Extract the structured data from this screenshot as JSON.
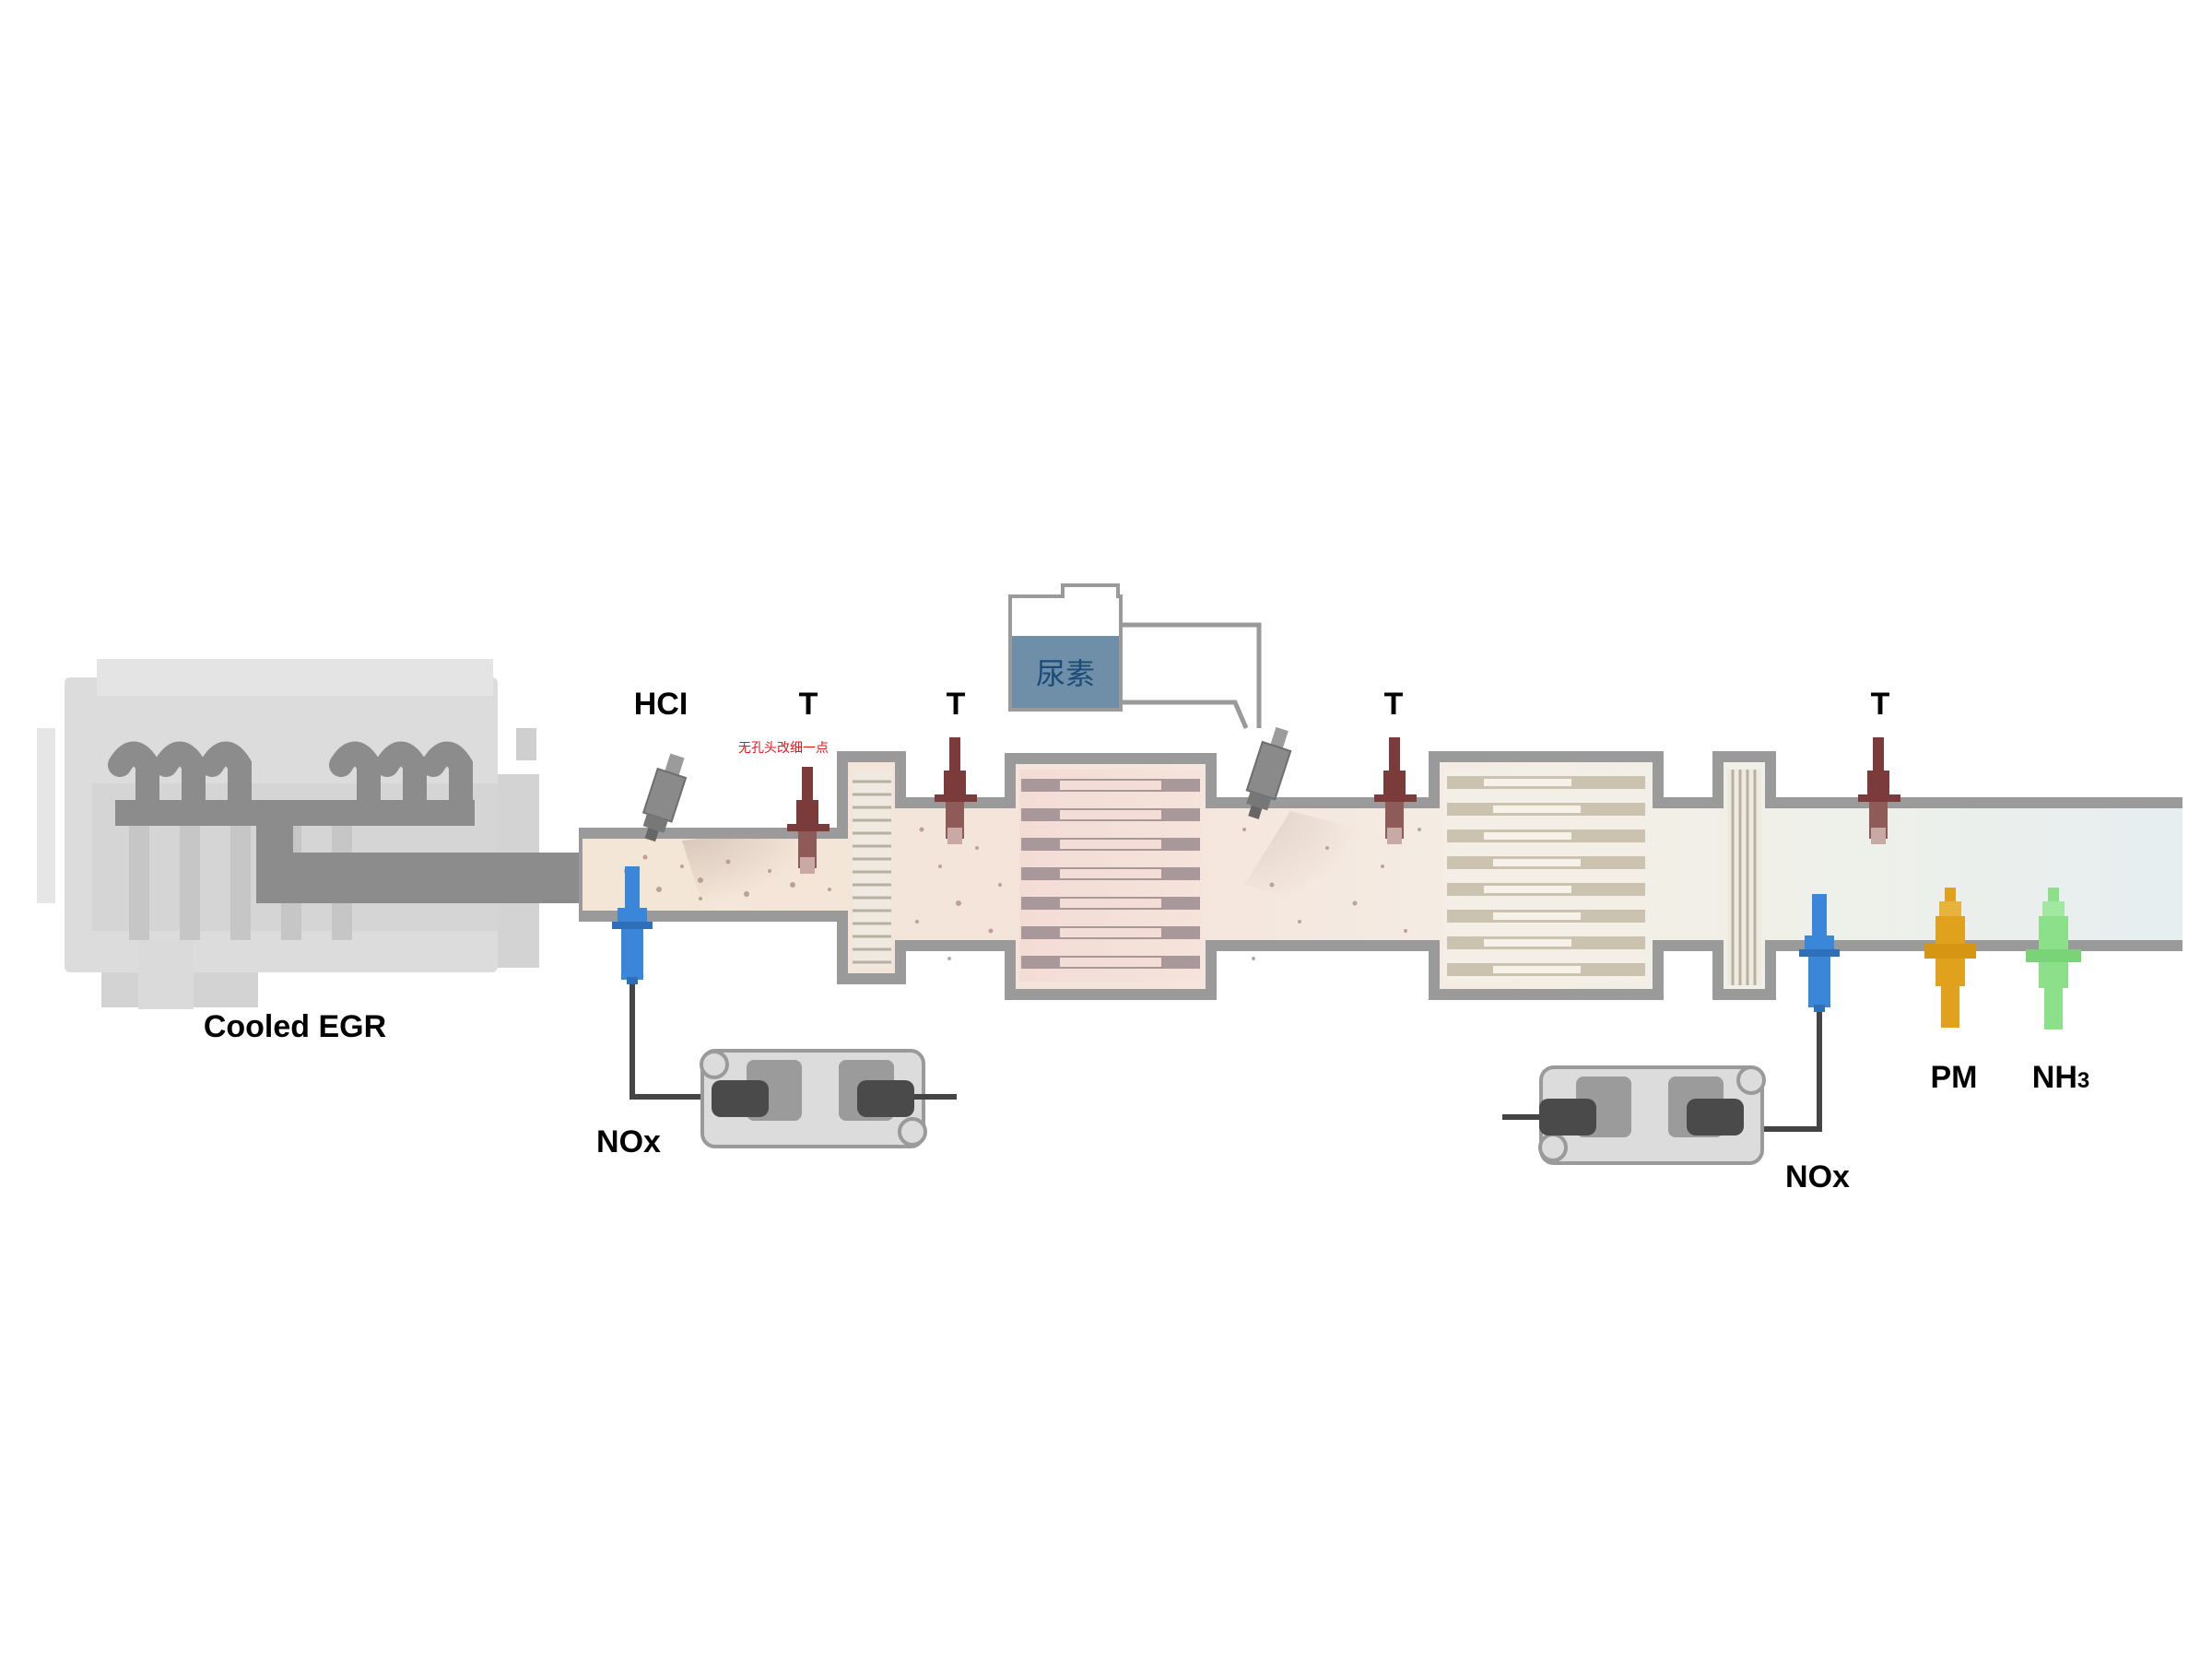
{
  "labels": {
    "engine": "Cooled EGR",
    "hc_injector": "HCI",
    "temp_sensor": "T",
    "nox_sensor": "NOx",
    "pm_sensor": "PM",
    "nh3_sensor_main": "NH",
    "nh3_sensor_sub": "3",
    "urea_tank": "尿素",
    "annotation": "无孔头改细一点"
  },
  "colors": {
    "pipe_wall": "#9a9a9a",
    "engine_gray": "#d9d9d9",
    "manifold": "#8c8c8c",
    "temp_sensor": "#7b3b3b",
    "nox_sensor": "#3a86d8",
    "pm_sensor": "#e0a21c",
    "nh3_sensor": "#8de08a",
    "urea_fluid": "#6f8fa8",
    "annotation": "#e8141b"
  }
}
